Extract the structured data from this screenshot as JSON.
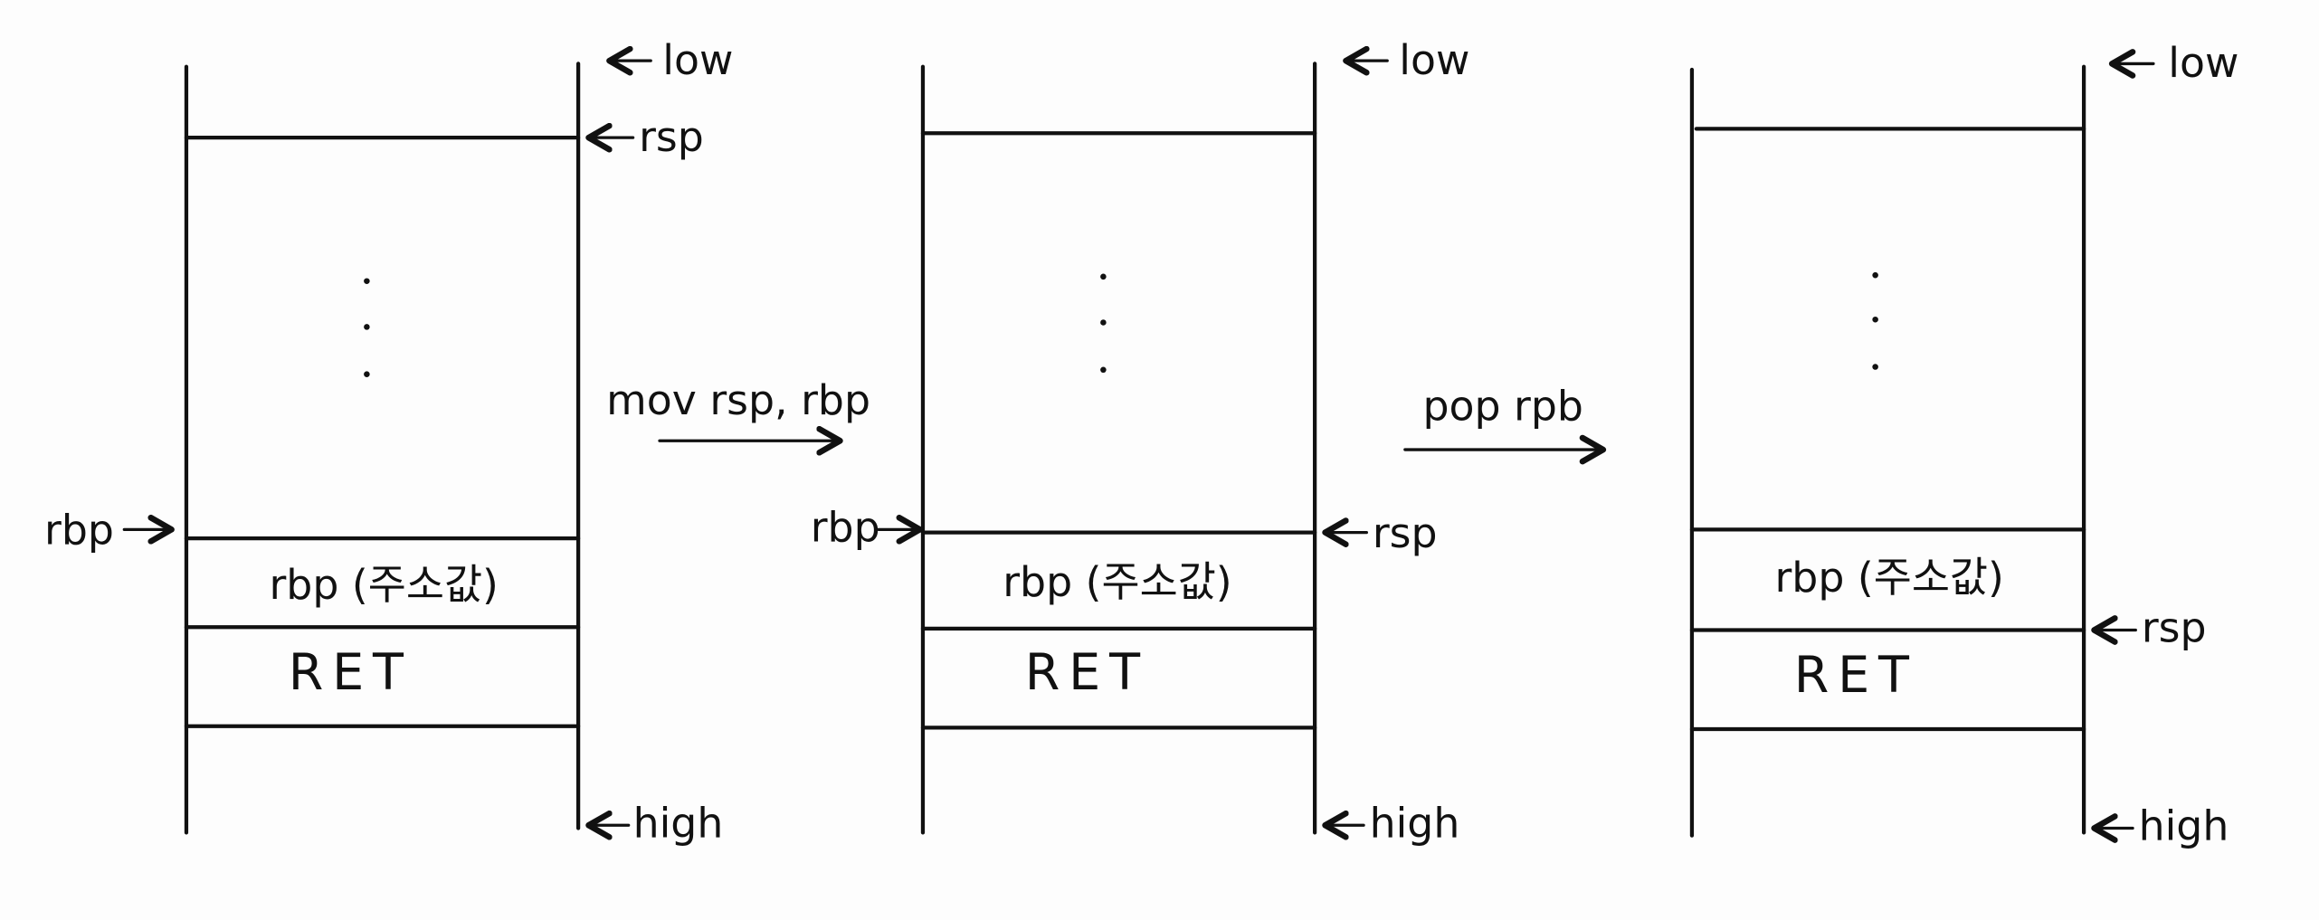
{
  "diagram": {
    "title": "Stack frame epilogue: mov rsp, rbp then pop rbp",
    "stacks": [
      {
        "low": "low",
        "high": "high",
        "rsp": "rsp",
        "rbp": "rbp",
        "cell_saved": "rbp (주소값)",
        "cell_ret": "RET",
        "ellipsis": "⋮"
      },
      {
        "low": "low",
        "high": "high",
        "rsp": "rsp",
        "rbp": "rbp",
        "cell_saved": "rbp (주소값)",
        "cell_ret": "RET",
        "ellipsis": "⋮"
      },
      {
        "low": "low",
        "high": "high",
        "rsp": "rsp",
        "cell_saved": "rbp (주소값)",
        "cell_ret": "RET",
        "ellipsis": "⋮"
      }
    ],
    "steps": [
      {
        "instruction": "mov rsp, rbp"
      },
      {
        "instruction": "pop rpb"
      }
    ]
  }
}
